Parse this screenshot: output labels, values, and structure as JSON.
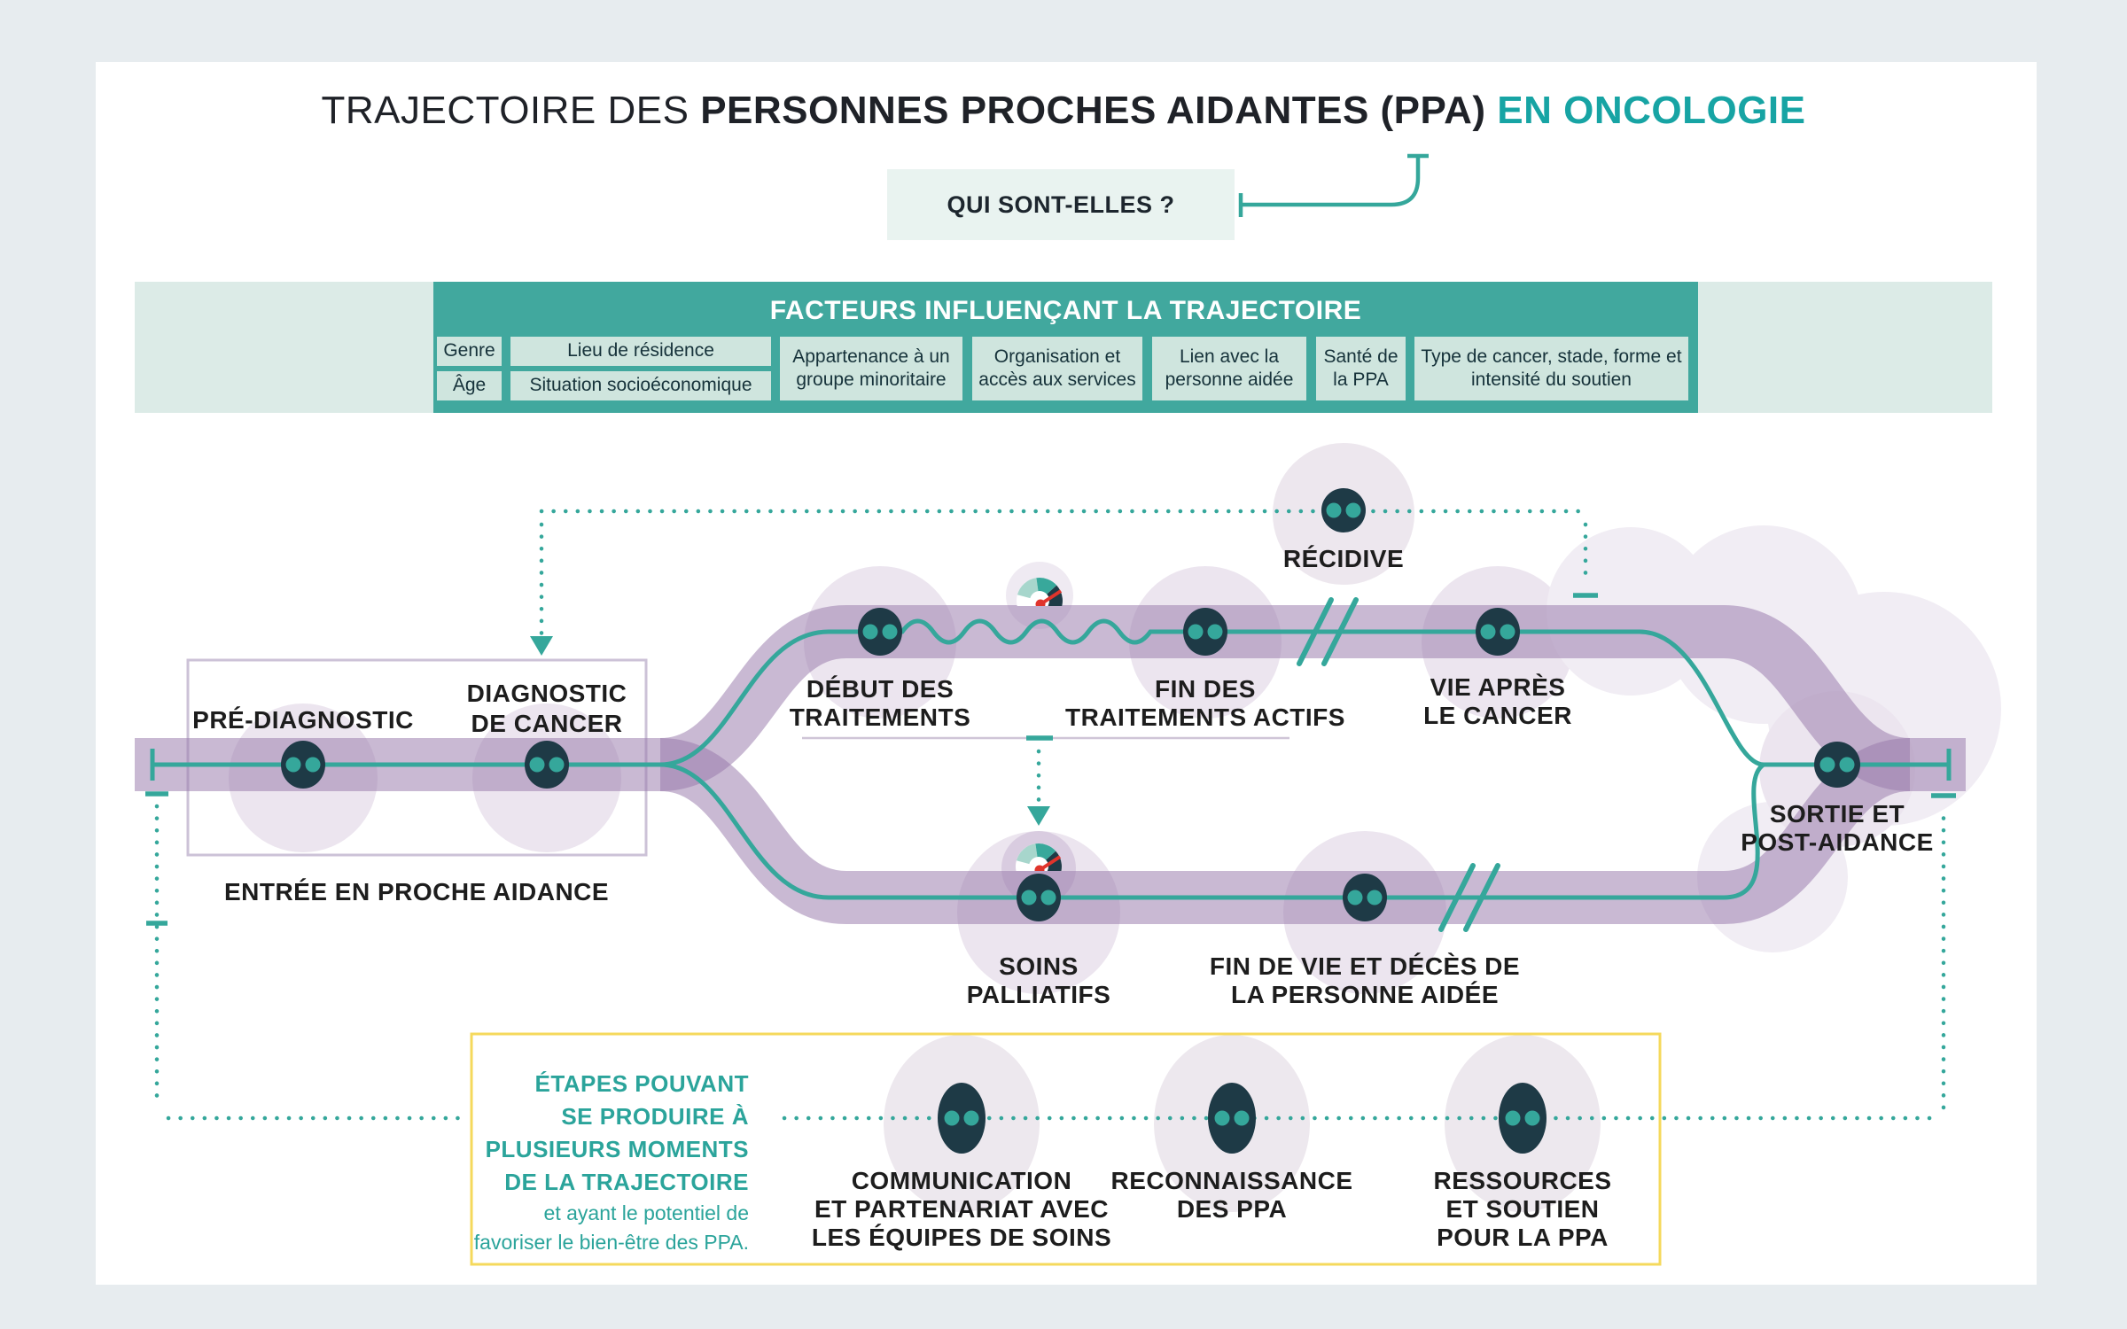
{
  "title": {
    "regular": "TRAJECTOIRE DES ",
    "bold": "PERSONNES PROCHES AIDANTES (PPA) ",
    "accent": "EN ONCOLOGIE",
    "accent_color": "#17A4A4"
  },
  "qui": {
    "label": "QUI SONT-ELLES ?"
  },
  "factors": {
    "header": "FACTEURS INFLUENÇANT LA TRAJECTOIRE",
    "chips": [
      {
        "label": "Genre"
      },
      {
        "label": "Âge"
      },
      {
        "label": "Lieu de résidence"
      },
      {
        "label": "Situation socioéconomique"
      },
      {
        "label": "Appartenance à un groupe minoritaire"
      },
      {
        "label": "Organisation et accès aux services"
      },
      {
        "label": "Lien avec la personne aidée"
      },
      {
        "label": "Santé de la PPA"
      },
      {
        "label": "Type de cancer, stade, forme et intensité du soutien"
      }
    ]
  },
  "trajectory": {
    "entry_label": "ENTRÉE EN PROCHE AIDANCE",
    "stages": {
      "pre": {
        "l1": "PRÉ-DIAGNOSTIC"
      },
      "diag": {
        "l1": "DIAGNOSTIC",
        "l2": "DE CANCER"
      },
      "debut": {
        "l1": "DÉBUT DES",
        "l2": "TRAITEMENTS"
      },
      "fin": {
        "l1": "FIN DES",
        "l2": "TRAITEMENTS ACTIFS"
      },
      "recidive": {
        "l1": "RÉCIDIVE"
      },
      "vie": {
        "l1": "VIE APRÈS",
        "l2": "LE CANCER"
      },
      "soins": {
        "l1": "SOINS",
        "l2": "PALLIATIFS"
      },
      "findevie": {
        "l1": "FIN DE VIE ET DÉCÈS DE",
        "l2": "LA PERSONNE AIDÉE"
      },
      "sortie": {
        "l1": "SORTIE ET",
        "l2": "POST-AIDANCE"
      }
    }
  },
  "bottom": {
    "note_bold": [
      "ÉTAPES POUVANT",
      "SE PRODUIRE À",
      "PLUSIEURS MOMENTS",
      "DE LA TRAJECTOIRE"
    ],
    "note_regular": [
      "et ayant le potentiel de",
      "favoriser le bien-être des PPA."
    ],
    "steps": {
      "communication": {
        "l1": "COMMUNICATION",
        "l2": "ET PARTENARIAT AVEC",
        "l3": "LES ÉQUIPES DE SOINS"
      },
      "reconnaissance": {
        "l1": "RECONNAISSANCE",
        "l2": "DES PPA"
      },
      "ressources": {
        "l1": "RESSOURCES",
        "l2": "ET SOUTIEN",
        "l3": "POUR LA PPA"
      }
    }
  },
  "colors": {
    "teal": "#35A79B",
    "navy": "#1E3A46",
    "band_purple": "#9778AA",
    "halo": "#ECE5EF",
    "yellow_border": "#F5D95C",
    "banner_teal": "#41A89E",
    "chip_mint": "#CFE5DE",
    "strip_mint": "#DCEBE7",
    "qui_mint": "#E9F3F0",
    "needle_red": "#E0342C",
    "title_accent": "#17A4A4"
  }
}
